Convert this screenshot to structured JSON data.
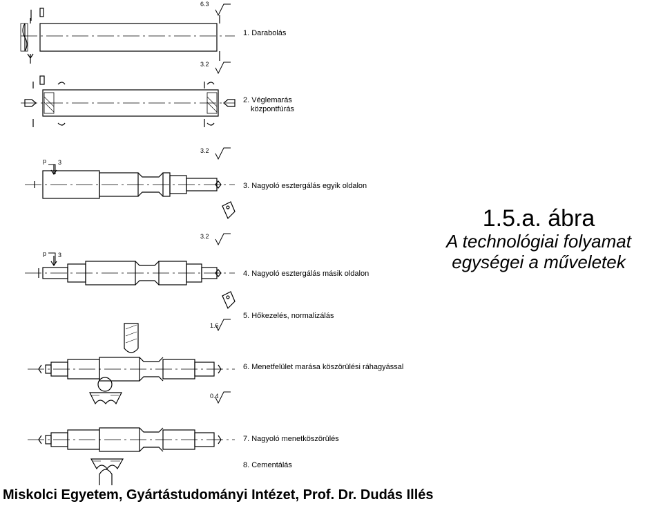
{
  "figure": {
    "number": "1.5.a. ábra",
    "caption_line1": "A technológiai folyamat",
    "caption_line2": "egységei a műveletek"
  },
  "operations": [
    {
      "label": "1. Darabolás",
      "roughness": "6.3"
    },
    {
      "label": "2. Véglemarás",
      "label2": "központfúrás",
      "roughness": "3.2"
    },
    {
      "label": "3. Nagyoló esztergálás egyik oldalon",
      "roughness": "3.2"
    },
    {
      "label": "4. Nagyoló esztergálás másik oldalon",
      "roughness": "3.2"
    },
    {
      "label": "5. Hőkezelés, normalizálás",
      "roughness": "1.6"
    },
    {
      "label": "6. Menetfelület marása köszörülési ráhagyással",
      "roughness": "0.4"
    },
    {
      "label": "7. Nagyoló menetköszörülés"
    },
    {
      "label": "8. Cementálás"
    }
  ],
  "force_marks": {
    "p": "p",
    "value": "3"
  },
  "footer": "Miskolci Egyetem, Gyártástudományi Intézet, Prof. Dr. Dudás Illés"
}
